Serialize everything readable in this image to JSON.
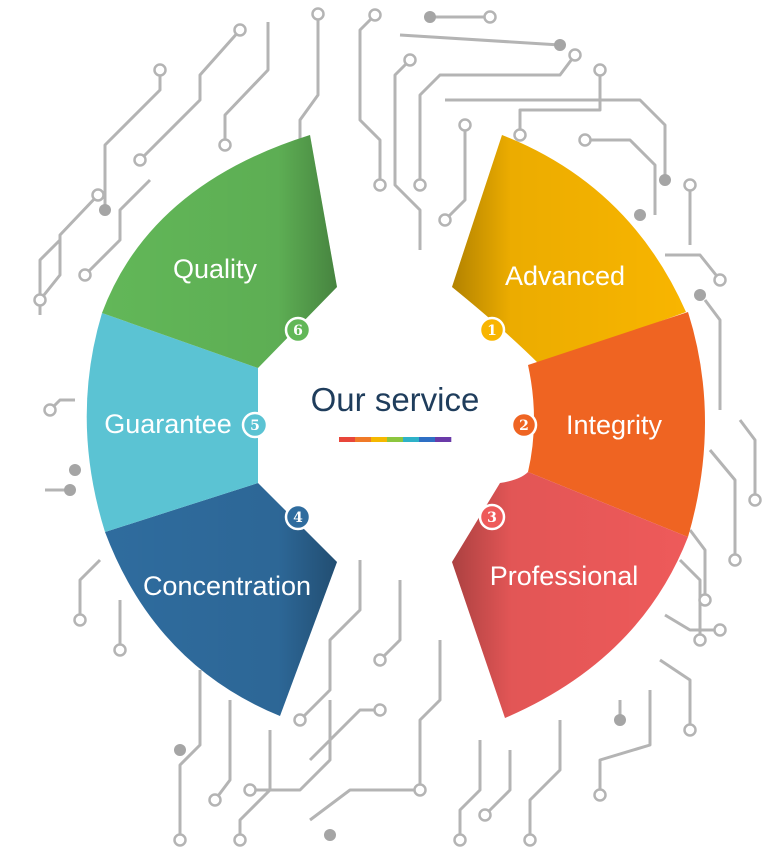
{
  "diagram": {
    "center": {
      "title": "Our service",
      "rainbow_colors": [
        "#e8463a",
        "#f07a28",
        "#f5b800",
        "#8cc63f",
        "#2eb2c8",
        "#2e6fc4",
        "#6a3aa8"
      ]
    },
    "segments": [
      {
        "number": "1",
        "label": "Advanced",
        "color": "#f8b500",
        "side": "right"
      },
      {
        "number": "2",
        "label": "Integrity",
        "color": "#ef6422",
        "side": "right"
      },
      {
        "number": "3",
        "label": "Professional",
        "color": "#ee5a5a",
        "side": "right"
      },
      {
        "number": "4",
        "label": "Concentration",
        "color": "#2f6c9e",
        "side": "left"
      },
      {
        "number": "5",
        "label": "Guarantee",
        "color": "#5bc3d3",
        "side": "left"
      },
      {
        "number": "6",
        "label": "Quality",
        "color": "#62b758",
        "side": "left"
      }
    ],
    "circuit_color": "#b4b4b4",
    "circuit_node_color": "#a5a5a5"
  }
}
